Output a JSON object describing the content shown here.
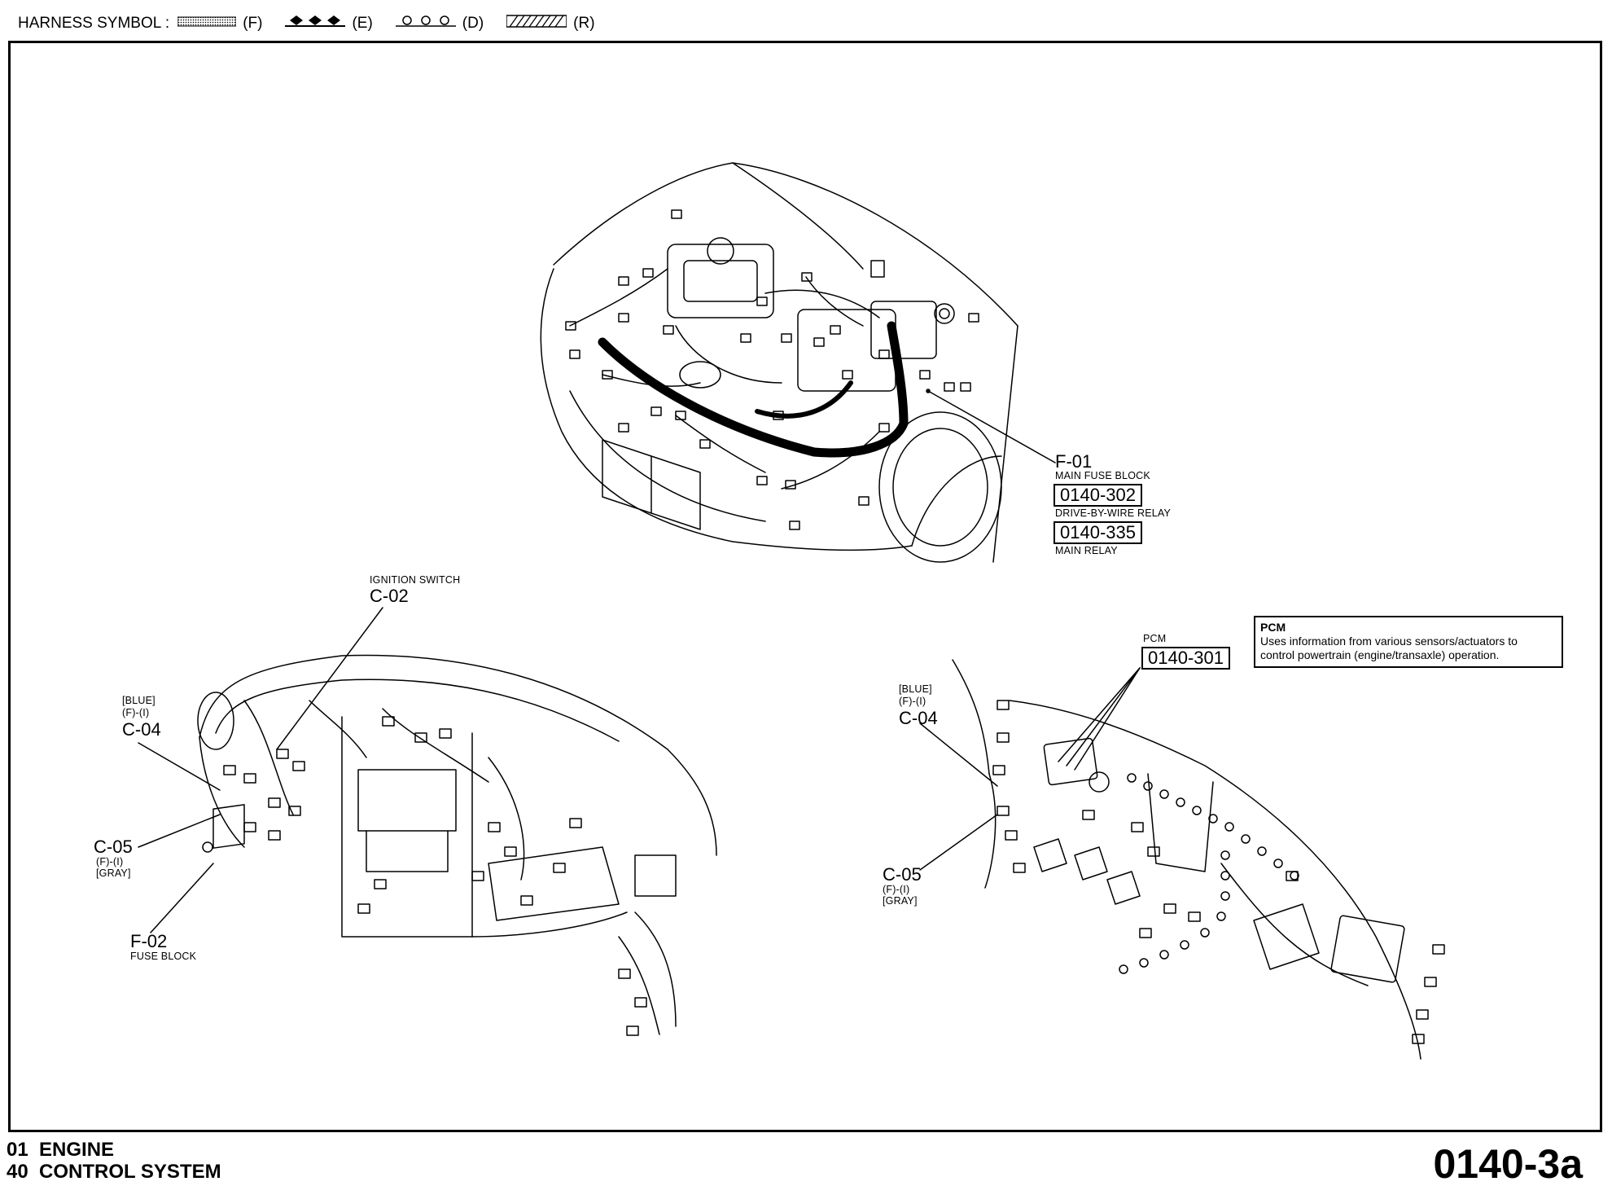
{
  "legend": {
    "title": "HARNESS SYMBOL :",
    "items": [
      {
        "icon": "dotted-band",
        "code": "(F)"
      },
      {
        "icon": "diamond-chain",
        "code": "(E)"
      },
      {
        "icon": "circle-chain",
        "code": "(D)"
      },
      {
        "icon": "hatched-band",
        "code": "(R)"
      }
    ]
  },
  "engine_bay": {
    "f01": {
      "id": "F-01",
      "name": "MAIN FUSE BLOCK"
    },
    "ref_drive_by_wire": {
      "code": "0140-302",
      "name": "DRIVE-BY-WIRE RELAY"
    },
    "ref_main_relay": {
      "code": "0140-335",
      "name": "MAIN RELAY"
    }
  },
  "dash_left": {
    "c02": {
      "name": "IGNITION SWITCH",
      "id": "C-02"
    },
    "c04": {
      "color": "[BLUE]",
      "sub": "(F)-(I)",
      "id": "C-04"
    },
    "c05": {
      "id": "C-05",
      "sub": "(F)-(I)",
      "color": "[GRAY]"
    },
    "f02": {
      "id": "F-02",
      "name": "FUSE BLOCK"
    }
  },
  "dash_right": {
    "pcm": {
      "name": "PCM",
      "code": "0140-301"
    },
    "pcm_note": {
      "title": "PCM",
      "line1": "Uses information from various sensors/actuators to",
      "line2": "control powertrain (engine/transaxle) operation."
    },
    "c04": {
      "color": "[BLUE]",
      "sub": "(F)-(I)",
      "id": "C-04"
    },
    "c05": {
      "id": "C-05",
      "sub": "(F)-(I)",
      "color": "[GRAY]"
    }
  },
  "footer": {
    "line1": "01  ENGINE",
    "line2": "40  CONTROL SYSTEM",
    "page": "0140-3a"
  }
}
